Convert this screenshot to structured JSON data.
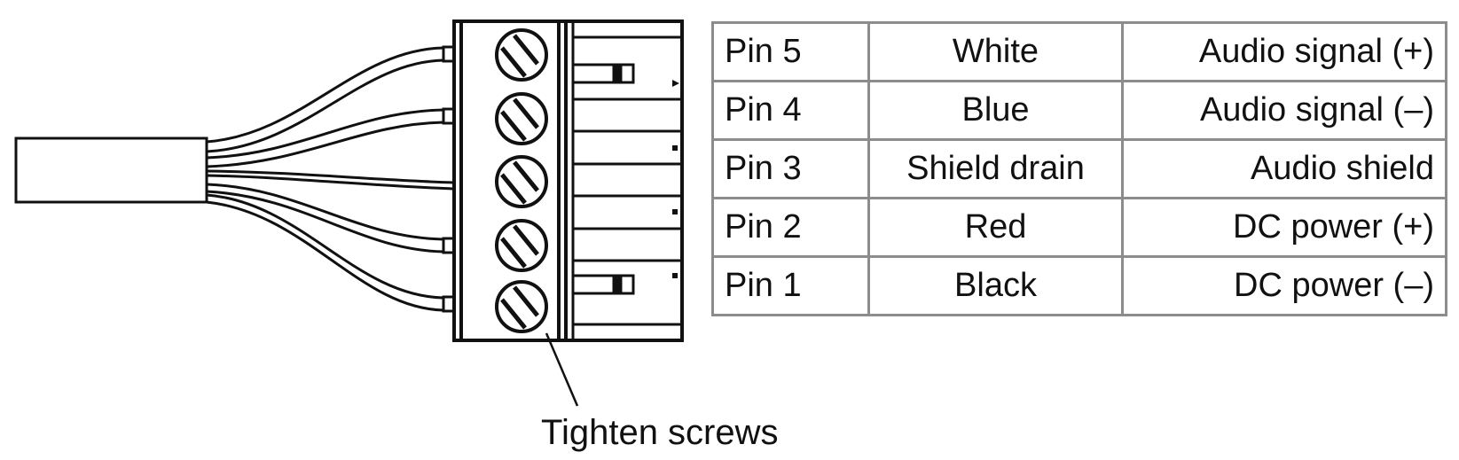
{
  "pins": [
    {
      "pin": "Pin 5",
      "color": "White",
      "function": "Audio signal (+)"
    },
    {
      "pin": "Pin 4",
      "color": "Blue",
      "function": "Audio signal (–)"
    },
    {
      "pin": "Pin 3",
      "color": "Shield drain",
      "function": "Audio shield"
    },
    {
      "pin": "Pin 2",
      "color": "Red",
      "function": "DC power (+)"
    },
    {
      "pin": "Pin 1",
      "color": "Black",
      "function": "DC power (–)"
    }
  ],
  "caption": "Tighten screws",
  "colors": {
    "line": "#111111",
    "table_border": "#8c8c8c",
    "background": "#ffffff"
  }
}
